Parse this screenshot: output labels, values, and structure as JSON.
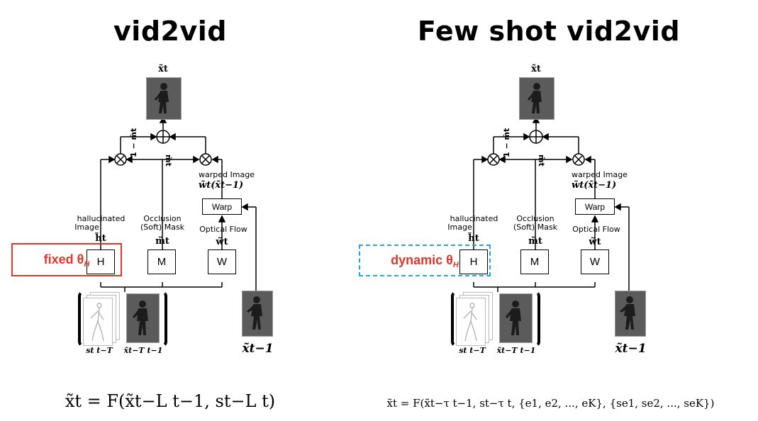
{
  "left": {
    "title": "vid2vid",
    "theta_label": "fixed θ",
    "theta_sub": "H",
    "equation": "x̃t = F(x̃t−L t−1, st−L t)"
  },
  "right": {
    "title": "Few shot vid2vid",
    "theta_label": "dynamic θ",
    "theta_sub": "H",
    "equation": "x̃t = F(x̃t−τ t−1, st−τ t, {e1, e2, ..., eK}, {se1, se2, ..., seK})"
  },
  "diagram": {
    "output": "x̃t",
    "one_minus_m": "1 − m̃t",
    "m_tilde": "m̃t",
    "warped_image": "warped Image",
    "warped_sym": "w̃t(x̃t−1)",
    "warp": "Warp",
    "hallucinated_1": "hallucinated",
    "hallucinated_2": "Image",
    "h_sym": "h̃t",
    "occlusion_1": "Occlusion",
    "occlusion_2": "(Soft) Mask",
    "m_sym": "m̃t",
    "optical_flow": "Optical Flow",
    "w_sym": "w̃t",
    "box_h": "H",
    "box_m": "M",
    "box_w": "W",
    "s_label": "st t−T",
    "x_label": "x̃t−T t−1",
    "prev_label": "x̃t−1"
  }
}
